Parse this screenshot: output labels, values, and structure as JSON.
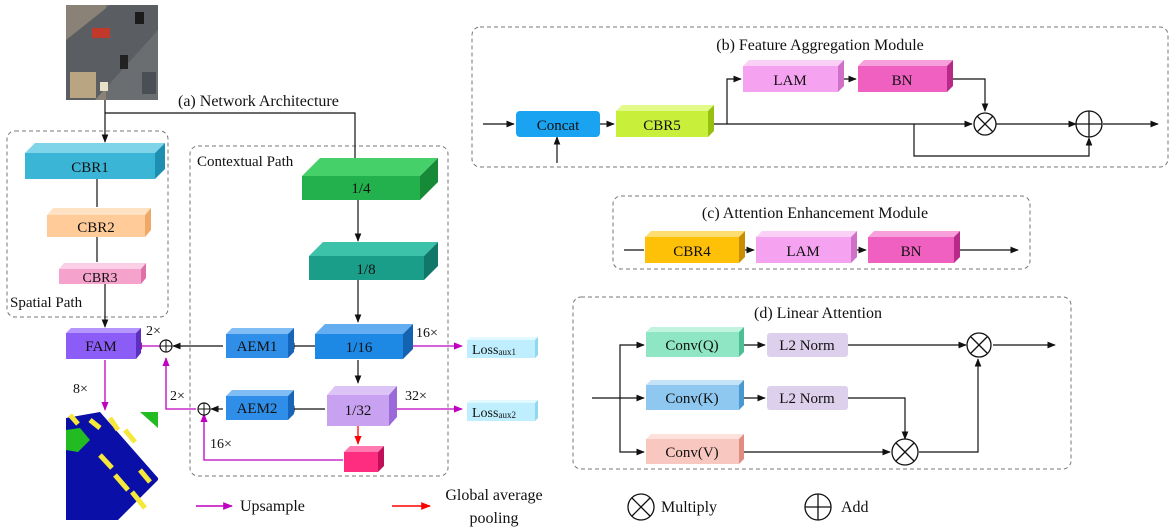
{
  "network": {
    "title": "(a) Network Architecture",
    "spatial_path_label": "Spatial Path",
    "contextual_path_label": "Contextual Path",
    "spatial_blocks": [
      "CBR1",
      "CBR2",
      "CBR3"
    ],
    "fam_label": "FAM",
    "contextual_blocks": [
      "1/4",
      "1/8",
      "1/16",
      "1/32"
    ],
    "aem_blocks": [
      "AEM1",
      "AEM2"
    ],
    "loss_main": "Loss",
    "loss_aux1_sub": "aux1",
    "loss_aux2_sub": "aux2",
    "scales": {
      "fam_out": "8×",
      "aem1_up": "2×",
      "aem2_up": "2×",
      "pool_up": "16×",
      "loss1_up": "16×",
      "loss2_up": "32×"
    }
  },
  "fam_module": {
    "title": "(b) Feature Aggregation Module",
    "blocks": [
      "Concat",
      "CBR5",
      "LAM",
      "BN"
    ]
  },
  "aem_module": {
    "title": "(c) Attention Enhancement Module",
    "blocks": [
      "CBR4",
      "LAM",
      "BN"
    ]
  },
  "linear_attention": {
    "title": "(d) Linear Attention",
    "conv_blocks": [
      "Conv(Q)",
      "Conv(K)",
      "Conv(V)"
    ],
    "norm_blocks": [
      "L2 Norm",
      "L2 Norm"
    ]
  },
  "legend": {
    "upsample": "Upsample",
    "gap_line1": "Global average",
    "gap_line2": "pooling",
    "multiply": "Multiply",
    "add": "Add"
  },
  "colors": {
    "upsample": "#c000c0",
    "pooling": "#ff0000",
    "cbr1": "#3ab5d6",
    "cbr2": "#ffcc99",
    "cbr3": "#f5a3cc",
    "fam": "#8b5cf6",
    "ctx_1_4": "#22b14c",
    "ctx_1_8": "#1a9e8a",
    "ctx_1_16": "#1e88e5",
    "ctx_1_32": "#c8a2f0",
    "pool_block": "#ff2d80",
    "aem": "#2f8ee8",
    "loss": "#bfefff",
    "concat": "#1aa3f0",
    "cbr5": "#c8ef3a",
    "lam": "#f5a3f0",
    "bn": "#f060c0",
    "cbr4": "#ffc107",
    "conv_q": "#8ee6c4",
    "conv_k": "#8ec8f0",
    "conv_v": "#f8c8c0",
    "l2norm": "#ddd0ec"
  }
}
